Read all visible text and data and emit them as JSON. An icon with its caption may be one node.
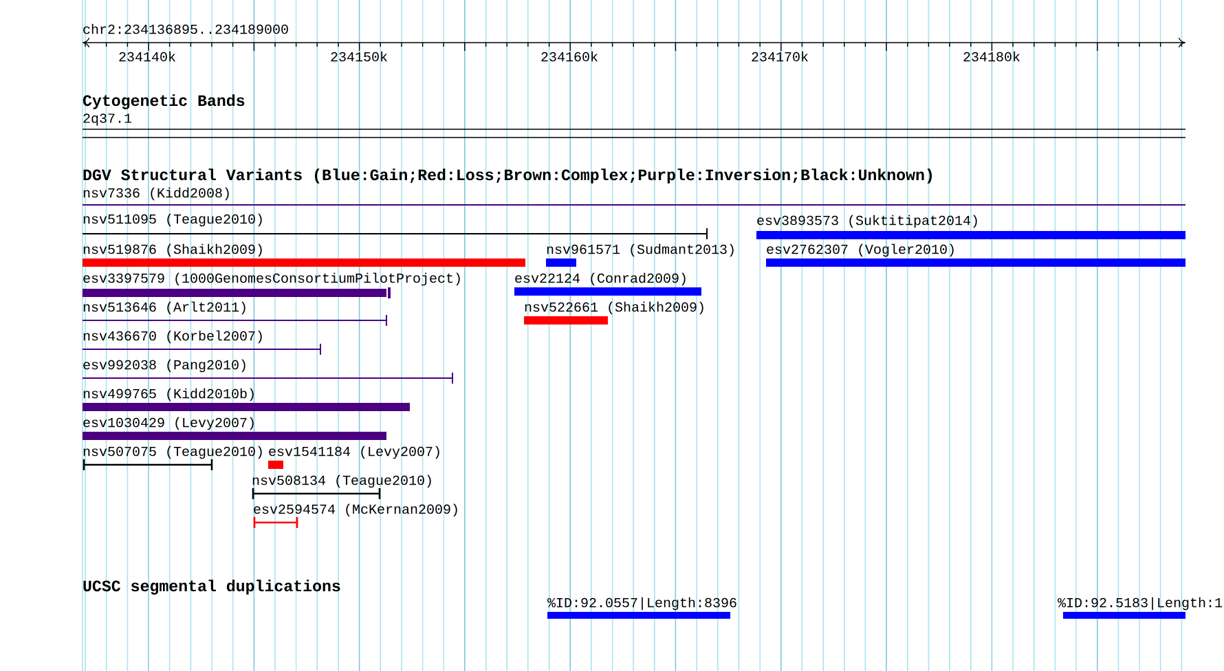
{
  "diagram": {
    "nodes": [
      {
        "text": [
          "2q37.1"
        ]
      },
      {
        "text": [
          "nsv7336 (Kidd2008)"
        ]
      },
      {
        "text": [
          "nsv511095 (Teague2010)"
        ]
      },
      {
        "text": [
          "esv3893573 (Suktitipat2014)"
        ]
      },
      {
        "text": [
          "nsv519876 (Shaikh2009)"
        ]
      },
      {
        "text": [
          "nsv961571 (Sudmant2013)"
        ]
      },
      {
        "text": [
          "esv2762307 (Vogler2010)"
        ]
      },
      {
        "text": [
          "esv3397579 (1000GenomesConsortiumPilotProject)"
        ]
      },
      {
        "text": [
          "esv22124 (Conrad2009)"
        ]
      },
      {
        "text": [
          "nsv513646 (Arlt2011)"
        ]
      },
      {
        "text": [
          "nsv522661 (Shaikh2009)"
        ]
      },
      {
        "text": [
          "nsv436670 (Korbel2007)"
        ]
      },
      {
        "text": [
          "esv992038 (Pang2010)"
        ]
      },
      {
        "text": [
          "nsv499765 (Kidd2010b)"
        ]
      },
      {
        "text": [
          "esv1030429 (Levy2007)"
        ]
      },
      {
        "text": [
          "nsv507075 (Teague2010)"
        ]
      },
      {
        "text": [
          "esv1541184 (Levy2007)"
        ]
      },
      {
        "text": [
          "nsv508134 (Teague2010)"
        ]
      },
      {
        "text": [
          "esv2594574 (McKernan2009)"
        ]
      },
      {
        "text": [
          "%ID:92.0557|Length:8396"
        ]
      },
      {
        "text": [
          "%ID:92.5183|Length:1"
        ]
      }
    ],
    "labels": [
      "chr2:234136895..234189000",
      "234140k",
      "234150k",
      "234160k",
      "234170k",
      "234180k",
      "Cytogenetic Bands",
      "DGV Structural Variants (Blue:Gain;Red:Loss;Brown:Complex;Purple:Inversion;Black:Unknown)",
      "UCSC segmental duplications"
    ]
  }
}
